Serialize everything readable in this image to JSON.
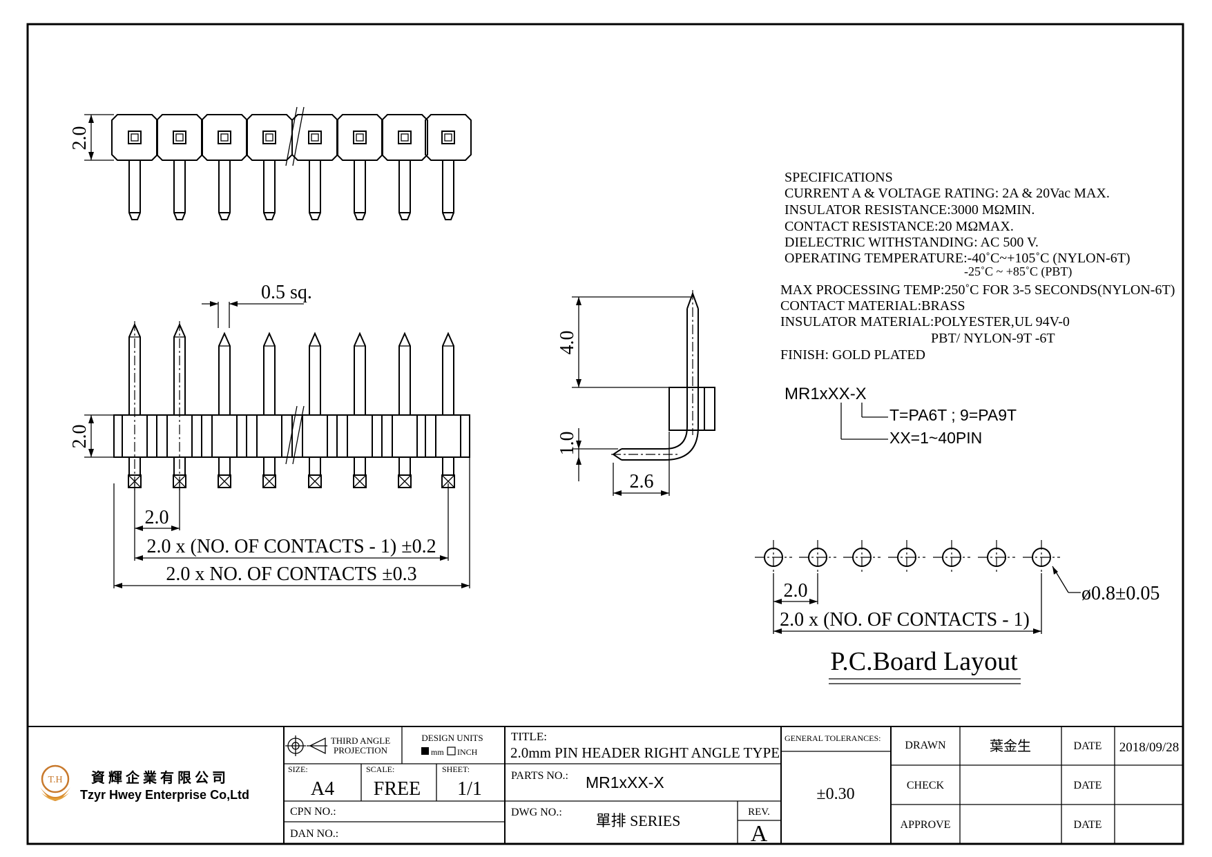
{
  "dims": {
    "top_height": "2.0",
    "side_height": "2.0",
    "sq": "0.5 sq.",
    "pitch": "2.0",
    "pitch_formula": "2.0 x (NO.  OF  CONTACTS - 1) ±0.2",
    "total_formula": "2.0 x NO.  OF  CONTACTS ±0.3",
    "ra_height": "4.0",
    "ra_offset": "1.0",
    "ra_len": "2.6",
    "pcb_pitch": "2.0",
    "pcb_formula": "2.0 x (NO.  OF  CONTACTS - 1)",
    "hole": "ø0.8±0.05"
  },
  "pcb_title": "P.C.Board  Layout",
  "specs": [
    "SPECIFICATIONS",
    "CURRENT A & VOLTAGE RATING: 2A & 20Vac MAX.",
    "INSULATOR RESISTANCE:3000 MΩMIN.",
    "CONTACT RESISTANCE:20 MΩMAX.",
    "DIELECTRIC WITHSTANDING: AC 500 V.",
    "OPERATING TEMPERATURE:-40˚C~+105˚C (NYLON-6T)",
    "-25˚C ~ +85˚C (PBT)",
    "MAX PROCESSING TEMP:250˚C FOR 3-5 SECONDS(NYLON-6T)",
    "CONTACT MATERIAL:BRASS",
    "INSULATOR MATERIAL:POLYESTER,UL 94V-0",
    "PBT/ NYLON-9T -6T",
    "FINISH:  GOLD PLATED"
  ],
  "part_code": {
    "code": "MR1xXX-X",
    "suffix_note": "T=PA6T ; 9=PA9T",
    "xx_note": "XX=1~40PIN"
  },
  "title_block": {
    "company_cn": "資 輝 企 業 有 限 公 司",
    "company_en": "Tzyr Hwey Enterprise Co,Ltd",
    "logo_text": "T.H",
    "projection": "THIRD ANGLE PROJECTION",
    "projection_1": "THIRD ANGLE",
    "projection_2": "PROJECTION",
    "design_units": "DESIGN UNITS",
    "unit_mm": "mm",
    "unit_inch": "INCH",
    "title_label": "TITLE:",
    "title": "2.0mm PIN HEADER RIGHT ANGLE TYPE",
    "general_tol_label": "GENERAL TOLERANCES:",
    "general_tol": "±0.30",
    "size_label": "SIZE:",
    "size": "A4",
    "scale_label": "SCALE:",
    "scale": "FREE",
    "sheet_label": "SHEET:",
    "sheet": "1/1",
    "parts_no_label": "PARTS  NO.:",
    "parts_no": "MR1xXX-X",
    "cpn_label": "CPN  NO.:",
    "dan_label": "DAN  NO.:",
    "dwg_label": "DWG  NO.:",
    "dwg": "單排 SERIES",
    "rev_label": "REV.",
    "rev": "A",
    "drawn_label": "DRAWN",
    "drawn_by": "葉金生",
    "check_label": "CHECK",
    "approve_label": "APPROVE",
    "date_label": "DATE",
    "date": "2018/09/28"
  }
}
